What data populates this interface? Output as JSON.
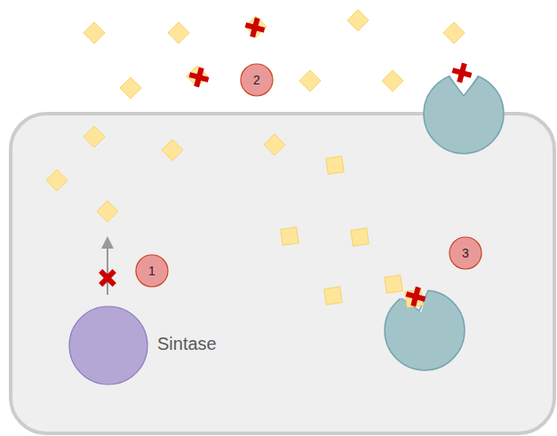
{
  "diagram": {
    "nodes": [
      {
        "text": [
          "2"
        ]
      },
      {
        "text": [
          "3"
        ]
      },
      {
        "text": [
          "1"
        ]
      },
      {
        "text": [
          "Sintase"
        ]
      }
    ]
  }
}
